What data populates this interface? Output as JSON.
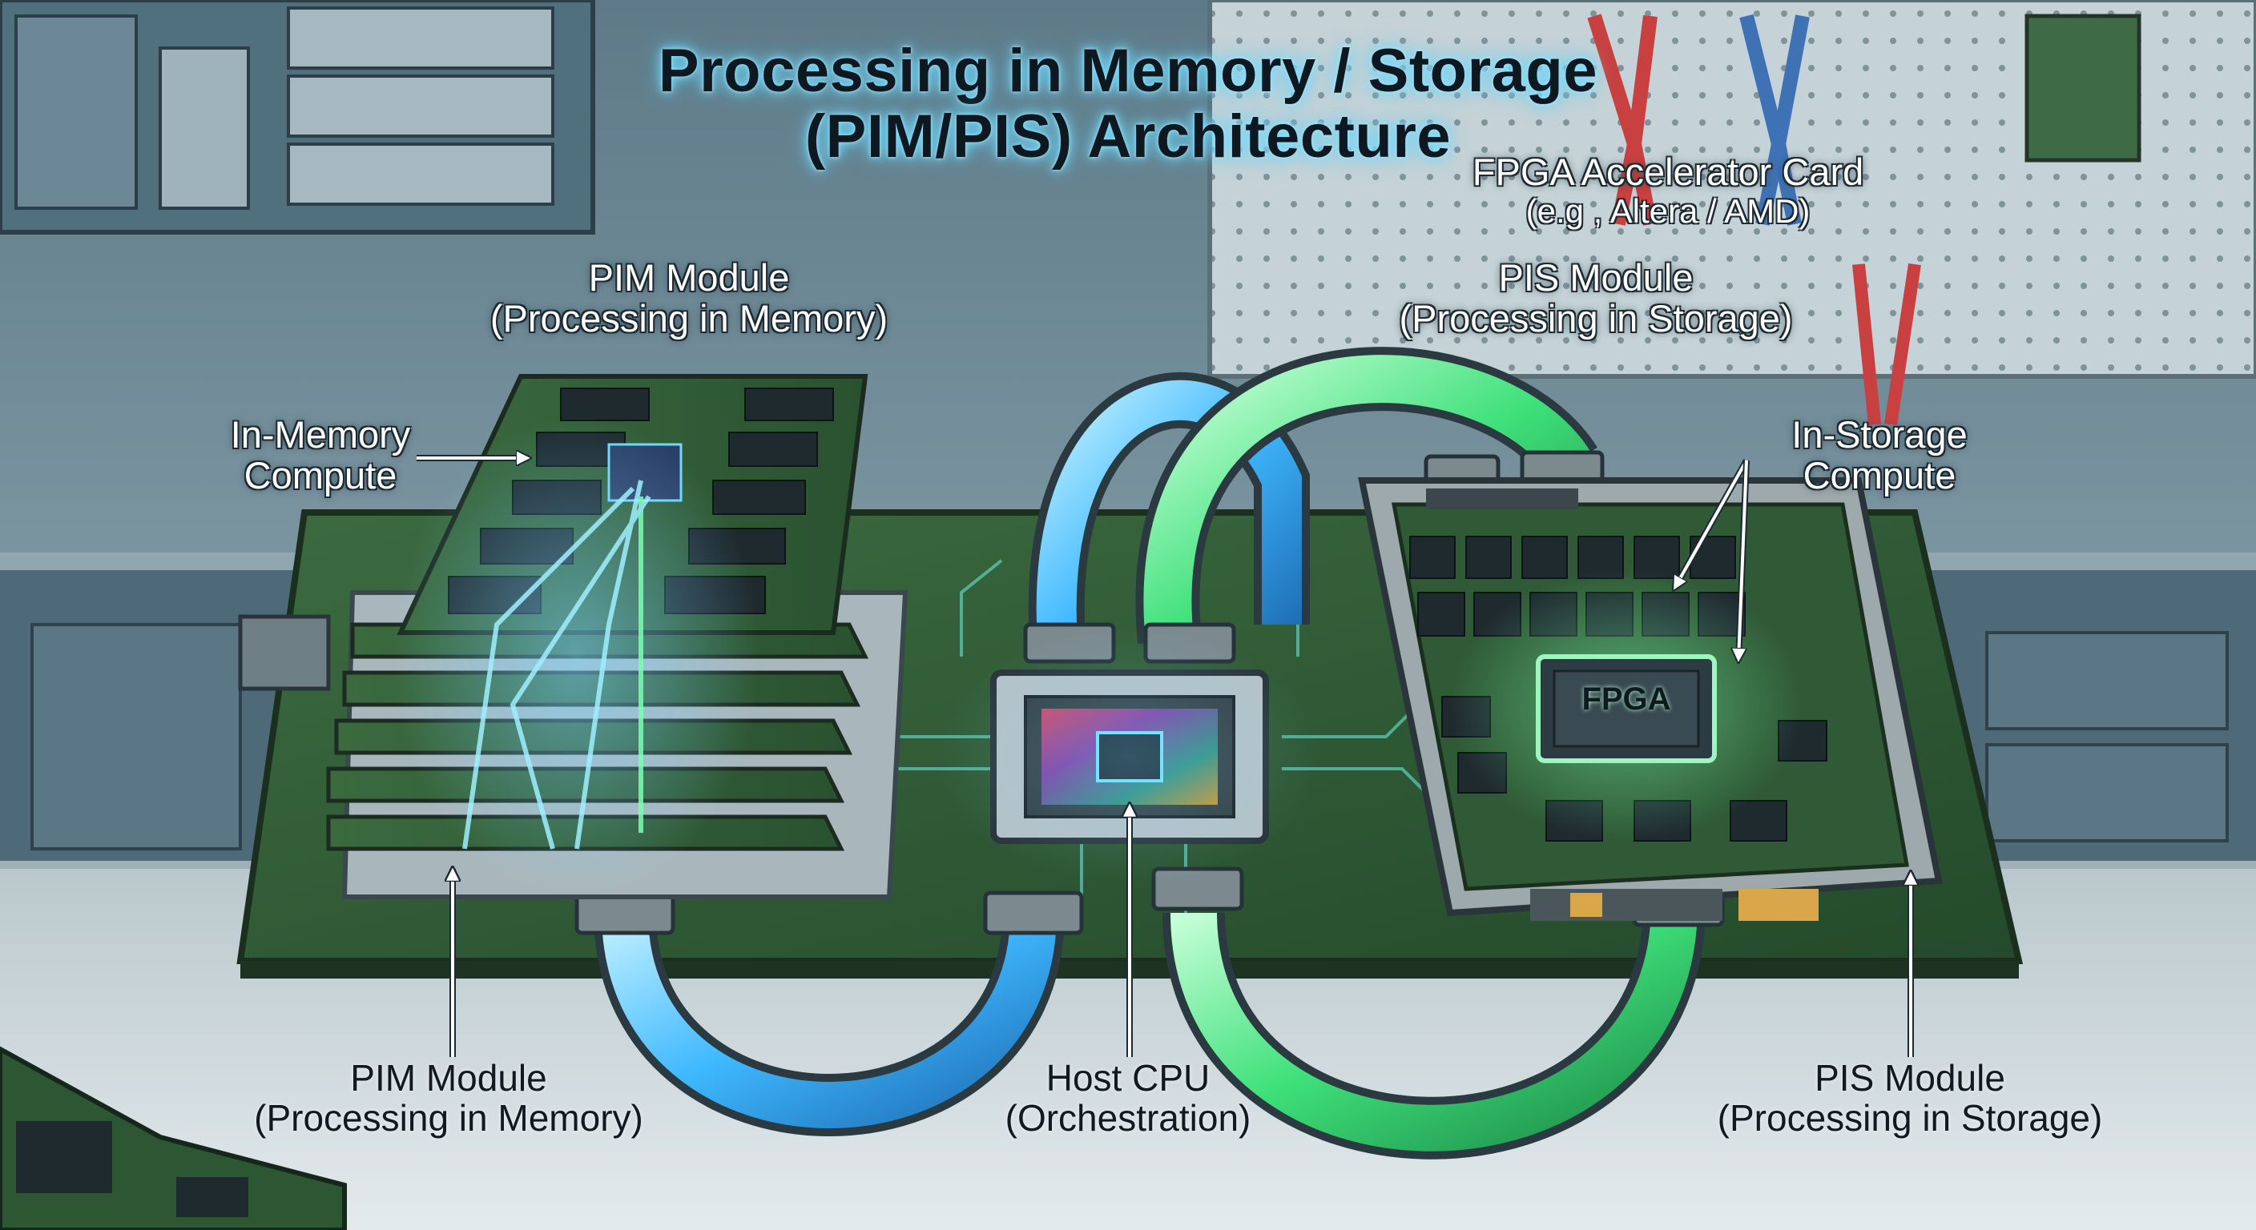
{
  "title": {
    "line1": "Processing in Memory / Storage",
    "line2": "(PIM/PIS) Architecture"
  },
  "labels": {
    "pim_module_top": {
      "line1": "PIM Module",
      "line2": "(Processing in Memory)"
    },
    "pis_module_top": {
      "line1": "PIS Module",
      "line2": "(Processing in Storage)"
    },
    "fpga_card": {
      "line1": "FPGA Accelerator Card",
      "line2": "(e.g , Altera / AMD)"
    },
    "in_memory_compute": {
      "line1": "In-Memory",
      "line2": "Compute"
    },
    "in_storage_compute": {
      "line1": "In-Storage",
      "line2": "Compute"
    },
    "pim_module_bottom": {
      "line1": "PIM Module",
      "line2": "(Processing in Memory)"
    },
    "host_cpu": {
      "line1": "Host CPU",
      "line2": "(Orchestration)"
    },
    "pis_module_bottom": {
      "line1": "PIS Module",
      "line2": "(Processing in Storage)"
    },
    "fpga_chip": "FPGA"
  },
  "colors": {
    "memory_flow": "#3fb8ff",
    "storage_flow": "#3ee07a",
    "pcb": "#2f5a35",
    "background": "#6f8a96"
  }
}
